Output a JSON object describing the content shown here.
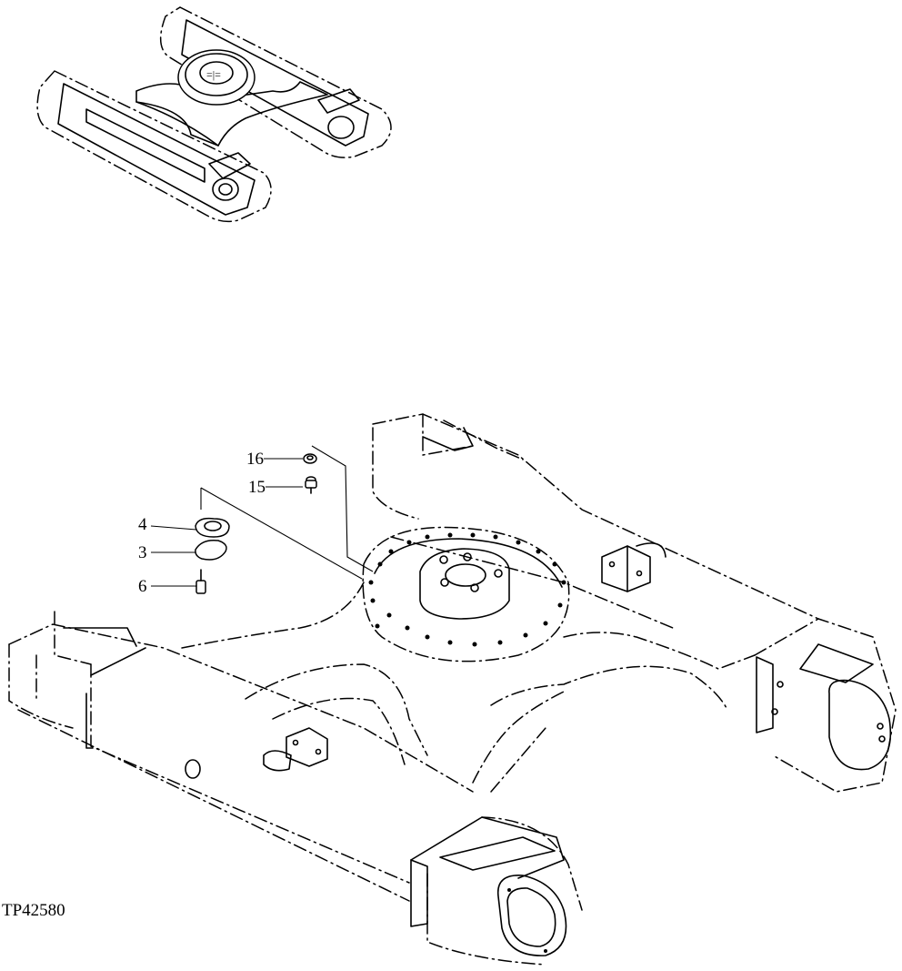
{
  "figure_id": "TP42580",
  "callouts": [
    {
      "label": "16",
      "part": "ring"
    },
    {
      "label": "15",
      "part": "cap-screw"
    },
    {
      "label": "4",
      "part": "plate"
    },
    {
      "label": "3",
      "part": "gasket"
    },
    {
      "label": "6",
      "part": "cap-screw"
    }
  ]
}
